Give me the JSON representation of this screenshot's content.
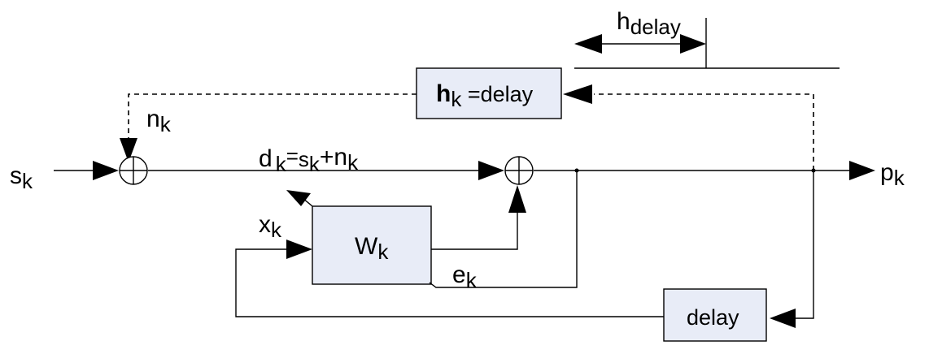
{
  "labels": {
    "s_input": {
      "main": "s",
      "sub": "k"
    },
    "p_output": {
      "main": "p",
      "sub": "k"
    },
    "n_noise": {
      "main": "n",
      "sub": "k"
    },
    "x_input": {
      "main": "x",
      "sub": "k"
    },
    "e_error": {
      "main": "e",
      "sub": "k"
    },
    "d_signal": {
      "d": "d",
      "d_sub": "k",
      "eq": "=",
      "s": "s",
      "s_sub": "k",
      "plus": "+",
      "n": "n",
      "n_sub": "k"
    },
    "h_delay": {
      "main": "h",
      "sub": "delay"
    }
  },
  "blocks": {
    "h_block": {
      "main": "h",
      "sub": "k",
      "rest": " =delay"
    },
    "w_block": {
      "main": "W",
      "sub": "k"
    },
    "delay_block": {
      "label": "delay"
    }
  },
  "colors": {
    "block_fill": "#e8ecf7",
    "line": "#000000"
  }
}
